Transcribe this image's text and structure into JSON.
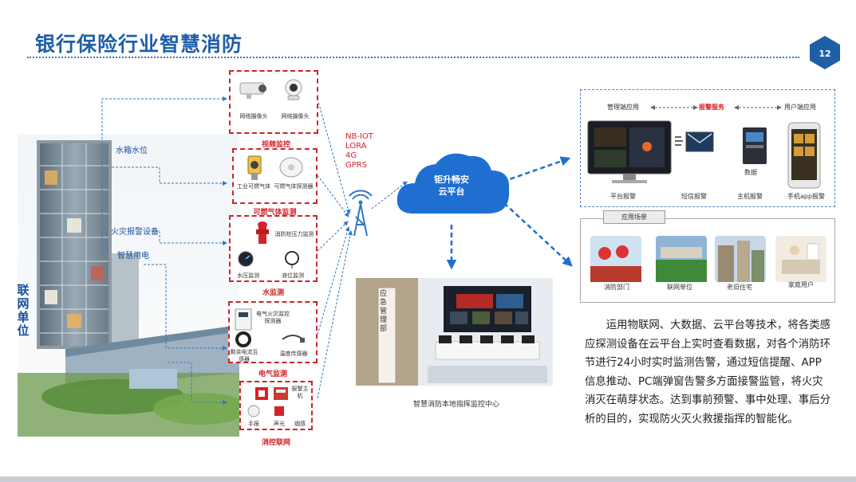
{
  "title": "银行保险行业智慧消防",
  "page_number": "12",
  "building": {
    "labels": [
      "水箱水位",
      "火灾报警设备",
      "智慧用电"
    ],
    "unit_label": "联网单位"
  },
  "devices": {
    "video": {
      "caption": "视频监控",
      "items": [
        "网络摄像头",
        "网络摄像头"
      ]
    },
    "gas": {
      "caption": "可燃气体监测",
      "items": [
        "工业可燃气体",
        "可燃气体探测器"
      ]
    },
    "water": {
      "caption": "水监测",
      "items": [
        "消防栓压力监测",
        "水压监测",
        "液位监测"
      ]
    },
    "electric": {
      "caption": "电气监测",
      "items": [
        "电气火灾监控探测器",
        "剩余电流互感器",
        "温度传感器"
      ]
    },
    "firelink": {
      "caption": "消控联网",
      "items": [
        "报警主机",
        "手报",
        "声光",
        "烟感"
      ]
    }
  },
  "network": {
    "protocols": [
      "NB-IOT",
      "LORA",
      "4G",
      "GPRS"
    ]
  },
  "cloud": {
    "line1": "钜升畅安",
    "line2": "云平台"
  },
  "center": {
    "caption": "智慧消防本地指挥监控中心",
    "sign_chars": "应急管理部"
  },
  "apps": {
    "mgmt": "管理端应用",
    "service": "报警服务",
    "user": "用户端应用",
    "items": [
      "平台报警",
      "短信报警",
      "主机报警",
      "手机app报警"
    ],
    "data_label": "数据"
  },
  "scenes": {
    "tab": "应用场景",
    "items": [
      "消防部门",
      "联网单位",
      "老旧住宅",
      "家庭用户"
    ]
  },
  "description": "运用物联网、大数据、云平台等技术，将各类感应探测设备在云平台上实时查看数据，对各个消防环节进行24小时实时监测告警，通过短信提醒、APP信息推动、PC端弹窗告警多方面接警监管，将火灾消灭在萌芽状态。达到事前预警、事中处理、事后分析的目的，实现防火灭火救援指挥的智能化。",
  "colors": {
    "accent_blue": "#1f5fa8",
    "alert_red": "#d4232a",
    "cloud_blue": "#1e6fd0"
  }
}
